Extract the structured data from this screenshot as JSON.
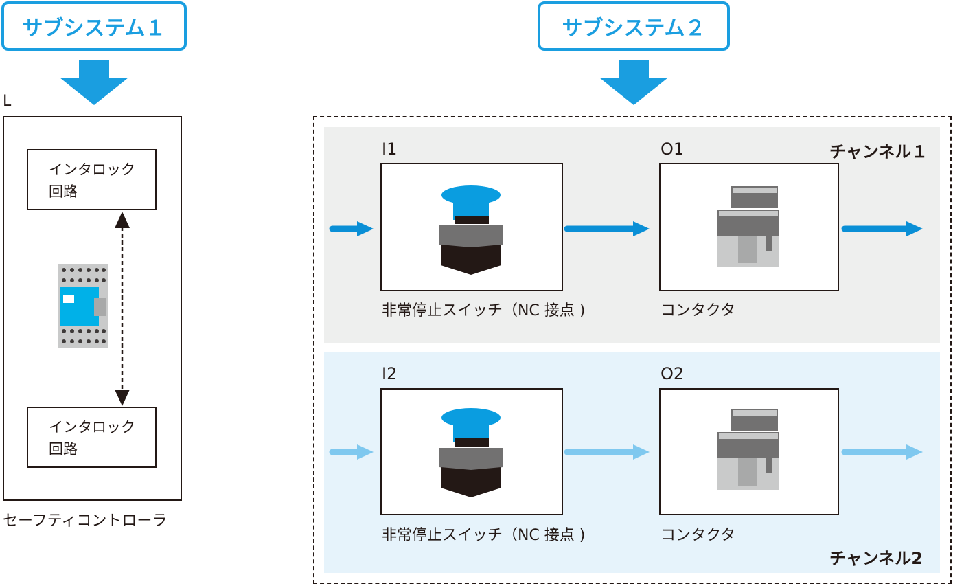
{
  "subsystem1": {
    "title": "サブシステム１",
    "corner_label": "L",
    "controller_caption": "セーフティコントローラ",
    "interlock_top_line1": "インタロック",
    "interlock_top_line2": "回路",
    "interlock_bottom_line1": "インタロック",
    "interlock_bottom_line2": "回路"
  },
  "subsystem2": {
    "title": "サブシステム２",
    "channel1": {
      "label": "チャンネル１",
      "input_id": "I1",
      "output_id": "O1",
      "input_caption": "非常停止スイッチ（NC 接点 )",
      "output_caption": "コンタクタ"
    },
    "channel2": {
      "label": "チャンネル2",
      "input_id": "I2",
      "output_id": "O2",
      "input_caption": "非常停止スイッチ（NC 接点 )",
      "output_caption": "コンタクタ"
    }
  },
  "colors": {
    "accent": "#1a9ee0",
    "arrow_dark": "#0a8fd6",
    "arrow_light": "#7fc8ef",
    "channel1_bg": "#eeefee",
    "channel2_bg": "#e6f3fb",
    "outline": "#231815"
  },
  "icons": [
    "down-arrow-icon",
    "safety-controller-icon",
    "emergency-stop-switch-icon",
    "contactor-icon",
    "right-arrow-icon"
  ]
}
